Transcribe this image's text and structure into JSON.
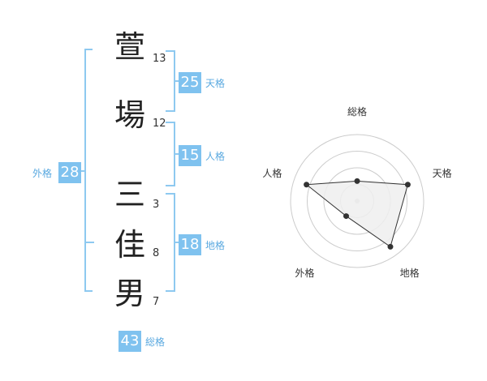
{
  "name": {
    "characters": [
      {
        "char": "萱",
        "strokes": "13"
      },
      {
        "char": "場",
        "strokes": "12"
      },
      {
        "char": "三",
        "strokes": "3"
      },
      {
        "char": "佳",
        "strokes": "8"
      },
      {
        "char": "男",
        "strokes": "7"
      }
    ]
  },
  "scores": {
    "tenkaku": {
      "value": "25",
      "label": "天格"
    },
    "jinkaku": {
      "value": "15",
      "label": "人格"
    },
    "chikaku": {
      "value": "18",
      "label": "地格"
    },
    "gaikaku": {
      "value": "28",
      "label": "外格"
    },
    "soukaku": {
      "value": "43",
      "label": "総格"
    }
  },
  "radar": {
    "axes": [
      "総格",
      "天格",
      "地格",
      "外格",
      "人格"
    ],
    "values": [
      0.3,
      0.8,
      0.85,
      0.28,
      0.8
    ],
    "max": 1,
    "rings": 4
  },
  "colors": {
    "accent": "#7fc2ef",
    "bracket": "#8ec9f0",
    "label": "#5aa9e0",
    "radar_fill": "#eeeeee",
    "radar_stroke": "#333333"
  }
}
